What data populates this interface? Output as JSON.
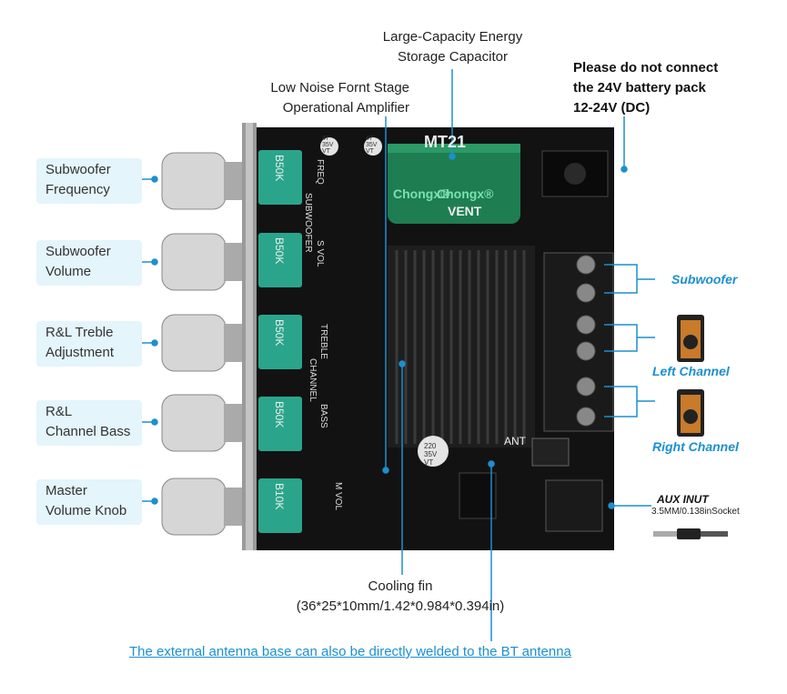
{
  "labels": {
    "subwoofer_frequency": [
      "Subwoofer",
      "Frequency"
    ],
    "subwoofer_volume": [
      "Subwoofer",
      "Volume"
    ],
    "rl_treble": [
      "R&L Treble",
      "Adjustment"
    ],
    "rl_bass": [
      "R&L",
      "Channel Bass"
    ],
    "master_volume": [
      "Master",
      "Volume Knob"
    ]
  },
  "top": {
    "capacitor": [
      "Large-Capacity Energy",
      "Storage Capacitor"
    ],
    "op_amp": [
      "Low Noise Fornt Stage",
      "Operational Amplifier"
    ],
    "warning": [
      "Please do not connect",
      "the 24V battery pack",
      "12-24V (DC)"
    ]
  },
  "outputs": {
    "subwoofer": "Subwoofer",
    "left": "Left Channel",
    "right": "Right Channel"
  },
  "aux": {
    "title": "AUX INUT",
    "spec": "3.5MM/0.138inSocket"
  },
  "cooling": [
    "Cooling fin",
    "(36*25*10mm/1.42*0.984*0.394in)"
  ],
  "antenna_note": "The external antenna base can also be directly welded to the BT antenna",
  "board": {
    "model": "MT21",
    "capacitor_brand": "Chongx®",
    "capacitor_vent": "VENT",
    "ant_label": "ANT",
    "pot_values": [
      "B50K",
      "B50K",
      "B50K",
      "B50K",
      "B10K"
    ],
    "section_labels": [
      "FREQ",
      "SUBWOOFER",
      "S VOL",
      "TREBLE",
      "CHANNEL",
      "BASS",
      "M VOL"
    ],
    "small_caps": [
      "47 35V VT",
      "47 35V VT",
      "220 35V VT"
    ]
  },
  "colors": {
    "accent": "#1c8fd0",
    "pcb": "#121212",
    "pot": "#2aa58c",
    "capacitor": "#1f7d52",
    "label_bg": "#e4f5fb"
  }
}
